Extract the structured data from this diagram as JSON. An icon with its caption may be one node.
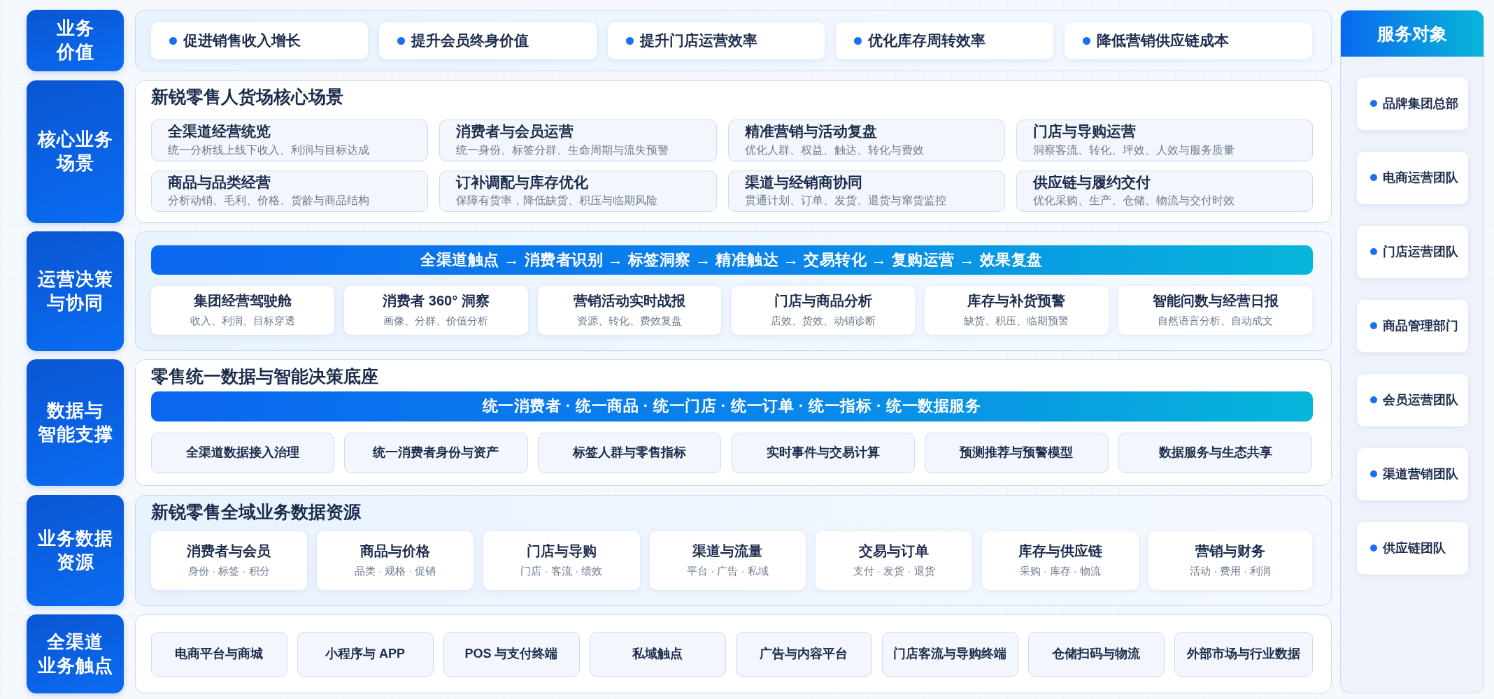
{
  "diagram": {
    "nodes": [
      {
        "text": [
          "业务价值"
        ]
      },
      {
        "text": [],
        "shape": "box"
      },
      {
        "text": [
          "促进销售收入增长"
        ],
        "in": 1
      },
      {
        "text": [
          "提升会员终身价值"
        ],
        "in": 1
      },
      {
        "text": [
          "提升门店运营效率"
        ],
        "in": 1
      },
      {
        "text": [
          "优化库存周转效率"
        ],
        "in": 1
      },
      {
        "text": [
          "降低营销供应链成本"
        ],
        "in": 1
      },
      {
        "text": [
          "核心业务场景"
        ]
      },
      {
        "text": [
          "新锐零售人货场核心场景"
        ]
      },
      {
        "text": [
          "全渠道经营统览",
          "统一分析线上线下收入、利润与目标达成"
        ],
        "in": 8
      },
      {
        "text": [
          "消费者与会员运营",
          "统一身份、标签分群、生命周期与流失预警"
        ],
        "in": 8
      },
      {
        "text": [
          "精准营销与活动复盘",
          "优化人群、权益、触达、转化与费效"
        ],
        "in": 8
      },
      {
        "text": [
          "门店与导购运营",
          "洞察客流、转化、坪效、人效与服务质量"
        ],
        "in": 8
      },
      {
        "text": [
          "商品与品类经营",
          "分析动销、毛利、价格、货龄与商品结构"
        ],
        "in": 8
      },
      {
        "text": [
          "订补调配与库存优化",
          "保障有货率，降低缺货、积压与临期风险"
        ],
        "in": 8
      },
      {
        "text": [
          "渠道与经销商协同",
          "贯通计划、订单、发货、退货与窜货监控"
        ],
        "in": 8
      },
      {
        "text": [
          "供应链与履约交付",
          "优化采购、生产、仓储、物流与交付时效"
        ],
        "in": 8
      },
      {
        "text": [
          "运营决策与协同"
        ]
      },
      {
        "text": [],
        "shape": "box"
      },
      {
        "text": [
          "全渠道触点 → 消费者识别 → 标签洞察 → 精准触达 → 交易转化 → 复购运营 → 效果复盘"
        ],
        "in": 18
      },
      {
        "text": [
          "集团经营驾驶舱",
          "收入、利润、目标穿透"
        ],
        "in": 18
      },
      {
        "text": [
          "消费者 360° 洞察",
          "画像、分群、价值分析"
        ],
        "in": 18
      },
      {
        "text": [
          "营销活动实时战报",
          "资源、转化、费效复盘"
        ],
        "in": 18
      },
      {
        "text": [
          "门店与商品分析",
          "店效、货效、动销诊断"
        ],
        "in": 18
      },
      {
        "text": [
          "库存与补货预警",
          "缺货、积压、临期预警"
        ],
        "in": 18
      },
      {
        "text": [
          "智能问数与经营日报",
          "自然语言分析、自动成文"
        ],
        "in": 18
      },
      {
        "text": [
          "数据与智能支撑"
        ]
      },
      {
        "text": [
          "零售统一数据与智能决策底座"
        ]
      },
      {
        "text": [
          "统一消费者 · 统一商品 · 统一门店 · 统一订单 · 统一指标 · 统一数据服务"
        ],
        "in": 27
      },
      {
        "text": [
          "全渠道数据接入治理"
        ],
        "in": 27
      },
      {
        "text": [
          "统一消费者身份与资产"
        ],
        "in": 27
      },
      {
        "text": [
          "标签人群与零售指标"
        ],
        "in": 27
      },
      {
        "text": [
          "实时事件与交易计算"
        ],
        "in": 27
      },
      {
        "text": [
          "预测推荐与预警模型"
        ],
        "in": 27
      },
      {
        "text": [
          "数据服务与生态共享"
        ],
        "in": 27
      },
      {
        "text": [
          "业务数据资源"
        ]
      },
      {
        "text": [
          "新锐零售全域业务数据资源"
        ]
      },
      {
        "text": [
          "消费者与会员",
          "身份 · 标签 · 积分"
        ],
        "in": 36
      },
      {
        "text": [
          "商品与价格",
          "品类 · 规格 · 促销"
        ],
        "in": 36
      },
      {
        "text": [
          "门店与导购",
          "门店 · 客流 · 绩效"
        ],
        "in": 36
      },
      {
        "text": [
          "渠道与流量",
          "平台 · 广告 · 私域"
        ],
        "in": 36
      },
      {
        "text": [
          "交易与订单",
          "支付 · 发货 · 退货"
        ],
        "in": 36
      },
      {
        "text": [
          "库存与供应链",
          "采购 · 库存 · 物流"
        ],
        "in": 36
      },
      {
        "text": [
          "营销与财务",
          "活动 · 费用 · 利润"
        ],
        "in": 36
      },
      {
        "text": [
          "全渠道业务触点"
        ]
      },
      {
        "text": [],
        "shape": "box"
      },
      {
        "text": [
          "电商平台与商城"
        ],
        "in": 45
      },
      {
        "text": [
          "小程序与 APP"
        ],
        "in": 45
      },
      {
        "text": [
          "POS 与支付终端"
        ],
        "in": 45
      },
      {
        "text": [
          "私域触点"
        ],
        "in": 45
      },
      {
        "text": [
          "广告与内容平台"
        ],
        "in": 45
      },
      {
        "text": [
          "门店客流与导购终端"
        ],
        "in": 45
      },
      {
        "text": [
          "仓储扫码与物流"
        ],
        "in": 45
      },
      {
        "text": [
          "外部市场与行业数据"
        ],
        "in": 45
      },
      {
        "text": [
          "服务对象"
        ]
      },
      {
        "text": [
          "品牌集团总部"
        ],
        "in": 54
      },
      {
        "text": [
          "电商运营团队"
        ],
        "in": 54
      },
      {
        "text": [
          "门店运营团队"
        ],
        "in": 54
      },
      {
        "text": [
          "商品管理部门"
        ],
        "in": 54
      },
      {
        "text": [
          "会员运营团队"
        ],
        "in": 54
      },
      {
        "text": [
          "渠道营销团队"
        ],
        "in": 54
      },
      {
        "text": [
          "供应链团队"
        ],
        "in": 54
      }
    ]
  }
}
